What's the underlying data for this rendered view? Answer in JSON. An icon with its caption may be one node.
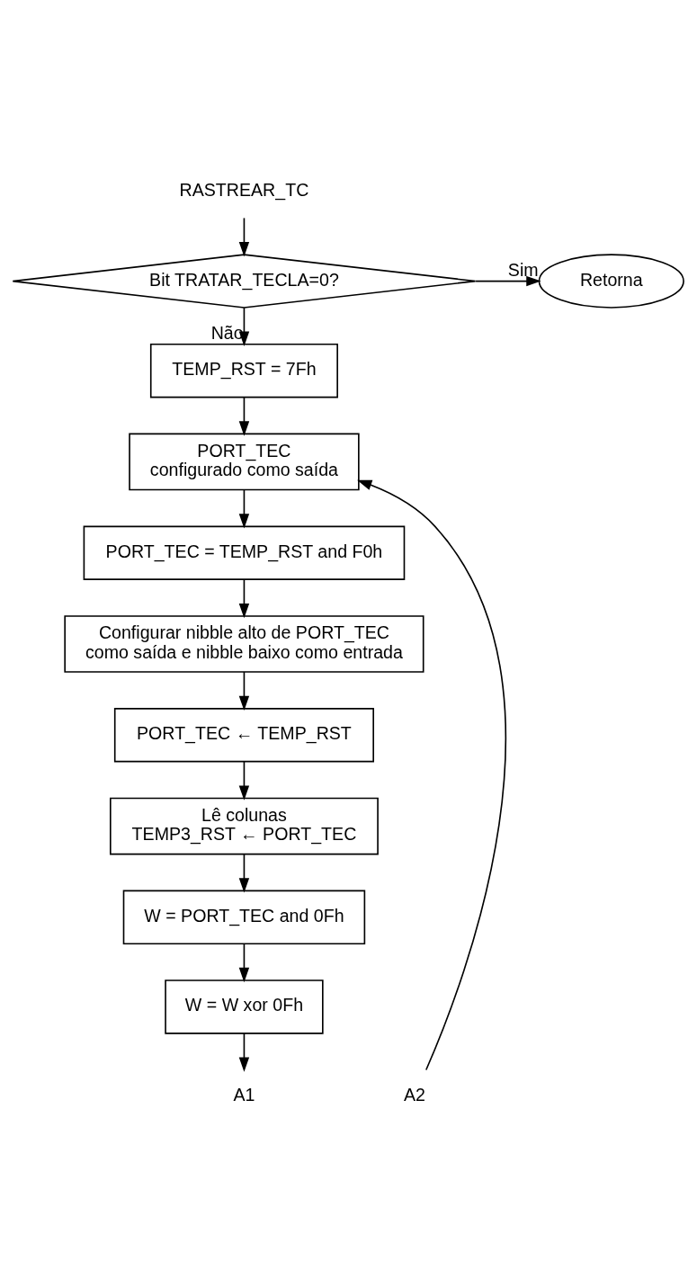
{
  "diagram": {
    "nodes": [
      {
        "text": [
          "RASTREAR_TC"
        ]
      },
      {
        "text": [
          "Bit TRATAR_TECLA=0?"
        ]
      },
      {
        "text": [
          "Retorna"
        ]
      },
      {
        "text": [
          "TEMP_RST = 7Fh"
        ]
      },
      {
        "text": [
          "PORT_TEC configurado como saída"
        ]
      },
      {
        "text": [
          "PORT_TEC = TEMP_RST and F0h"
        ]
      },
      {
        "text": [
          "Configurar nibble alto de PORT_TEC como saída e nibble baixo como entrada"
        ]
      },
      {
        "text": [
          "PORT_TEC ← TEMP_RST"
        ]
      },
      {
        "text": [
          "Lê colunas TEMP3_RST ← PORT_TEC"
        ]
      },
      {
        "text": [
          "W = PORT_TEC and 0Fh"
        ]
      },
      {
        "text": [
          "W = W xor 0Fh"
        ]
      },
      {
        "text": [
          "A1"
        ]
      },
      {
        "text": [
          "A2"
        ]
      }
    ],
    "edges": [
      {
        "from": 0,
        "to": 1,
        "arrow": "to"
      },
      {
        "from": 1,
        "to": 2,
        "arrow": "to",
        "label": "Sim"
      },
      {
        "from": 1,
        "to": 3,
        "arrow": "to",
        "label": "Não"
      },
      {
        "from": 3,
        "to": 4,
        "arrow": "to"
      },
      {
        "from": 4,
        "to": 5,
        "arrow": "to"
      },
      {
        "from": 5,
        "to": 6,
        "arrow": "to"
      },
      {
        "from": 6,
        "to": 7,
        "arrow": "to"
      },
      {
        "from": 7,
        "to": 8,
        "arrow": "to"
      },
      {
        "from": 8,
        "to": 9,
        "arrow": "to"
      },
      {
        "from": 9,
        "to": 10,
        "arrow": "to"
      },
      {
        "from": 10,
        "to": 11,
        "arrow": "to"
      },
      {
        "from": 12,
        "to": 4,
        "arrow": "to"
      }
    ]
  }
}
